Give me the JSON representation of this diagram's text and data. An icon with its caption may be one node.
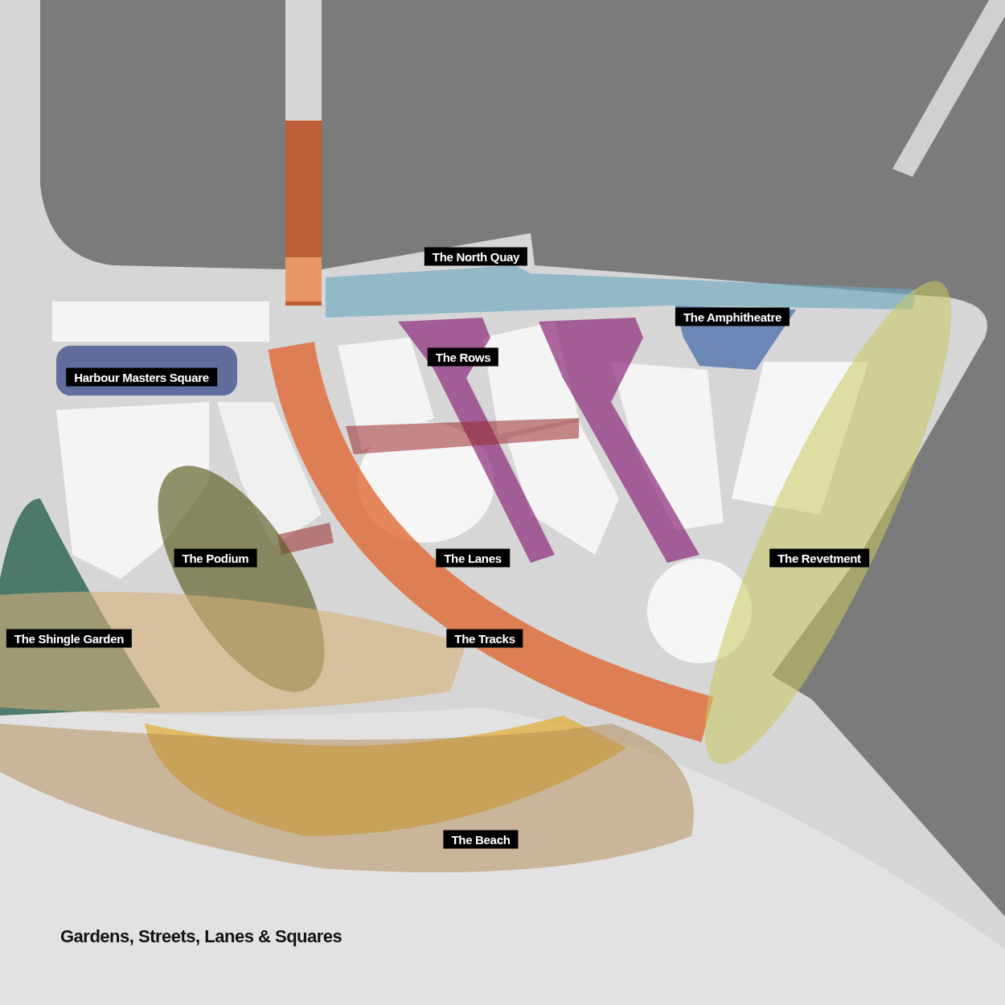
{
  "diagram": {
    "caption": "Gardens, Streets, Lanes & Squares",
    "labels": [
      "The North Quay",
      "The Amphitheatre",
      "The Rows",
      "Harbour Masters Square",
      "The Podium",
      "The Lanes",
      "The Revetment",
      "The Shingle Garden",
      "The Tracks",
      "The Beach"
    ]
  }
}
